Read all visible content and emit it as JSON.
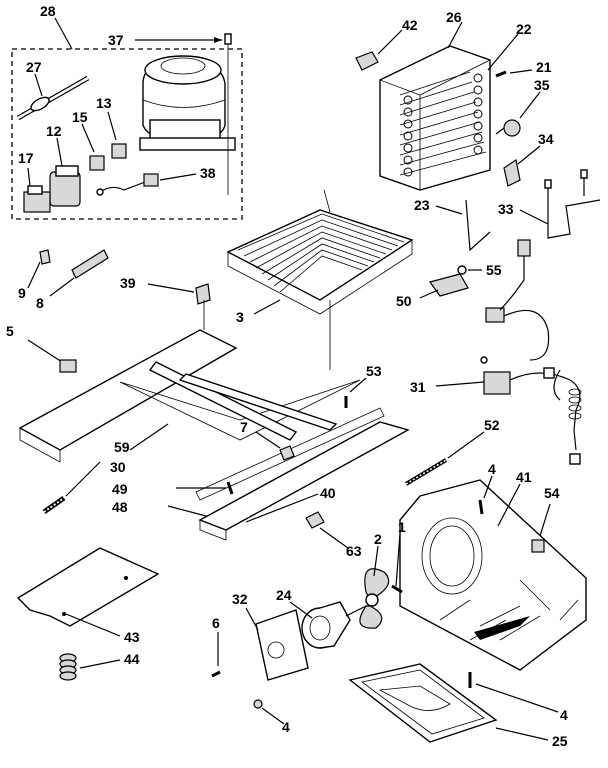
{
  "diagram": {
    "callouts": {
      "c28": "28",
      "c37": "37",
      "c27": "27",
      "c13": "13",
      "c15": "15",
      "c12": "12",
      "c17": "17",
      "c38": "38",
      "c42": "42",
      "c26": "26",
      "c22": "22",
      "c21": "21",
      "c35": "35",
      "c34": "34",
      "c23": "23",
      "c33": "33",
      "c39": "39",
      "c9": "9",
      "c8": "8",
      "c3": "3",
      "c55": "55",
      "c50": "50",
      "c5": "5",
      "c53": "53",
      "c31": "31",
      "c7": "7",
      "c52": "52",
      "c59": "59",
      "c30": "30",
      "c49": "49",
      "c40": "40",
      "c48": "48",
      "c4a": "4",
      "c41": "41",
      "c54": "54",
      "c1": "1",
      "c63": "63",
      "c2": "2",
      "c32": "32",
      "c24": "24",
      "c6": "6",
      "c43": "43",
      "c44": "44",
      "c4b": "4",
      "c4c": "4",
      "c25": "25"
    }
  }
}
